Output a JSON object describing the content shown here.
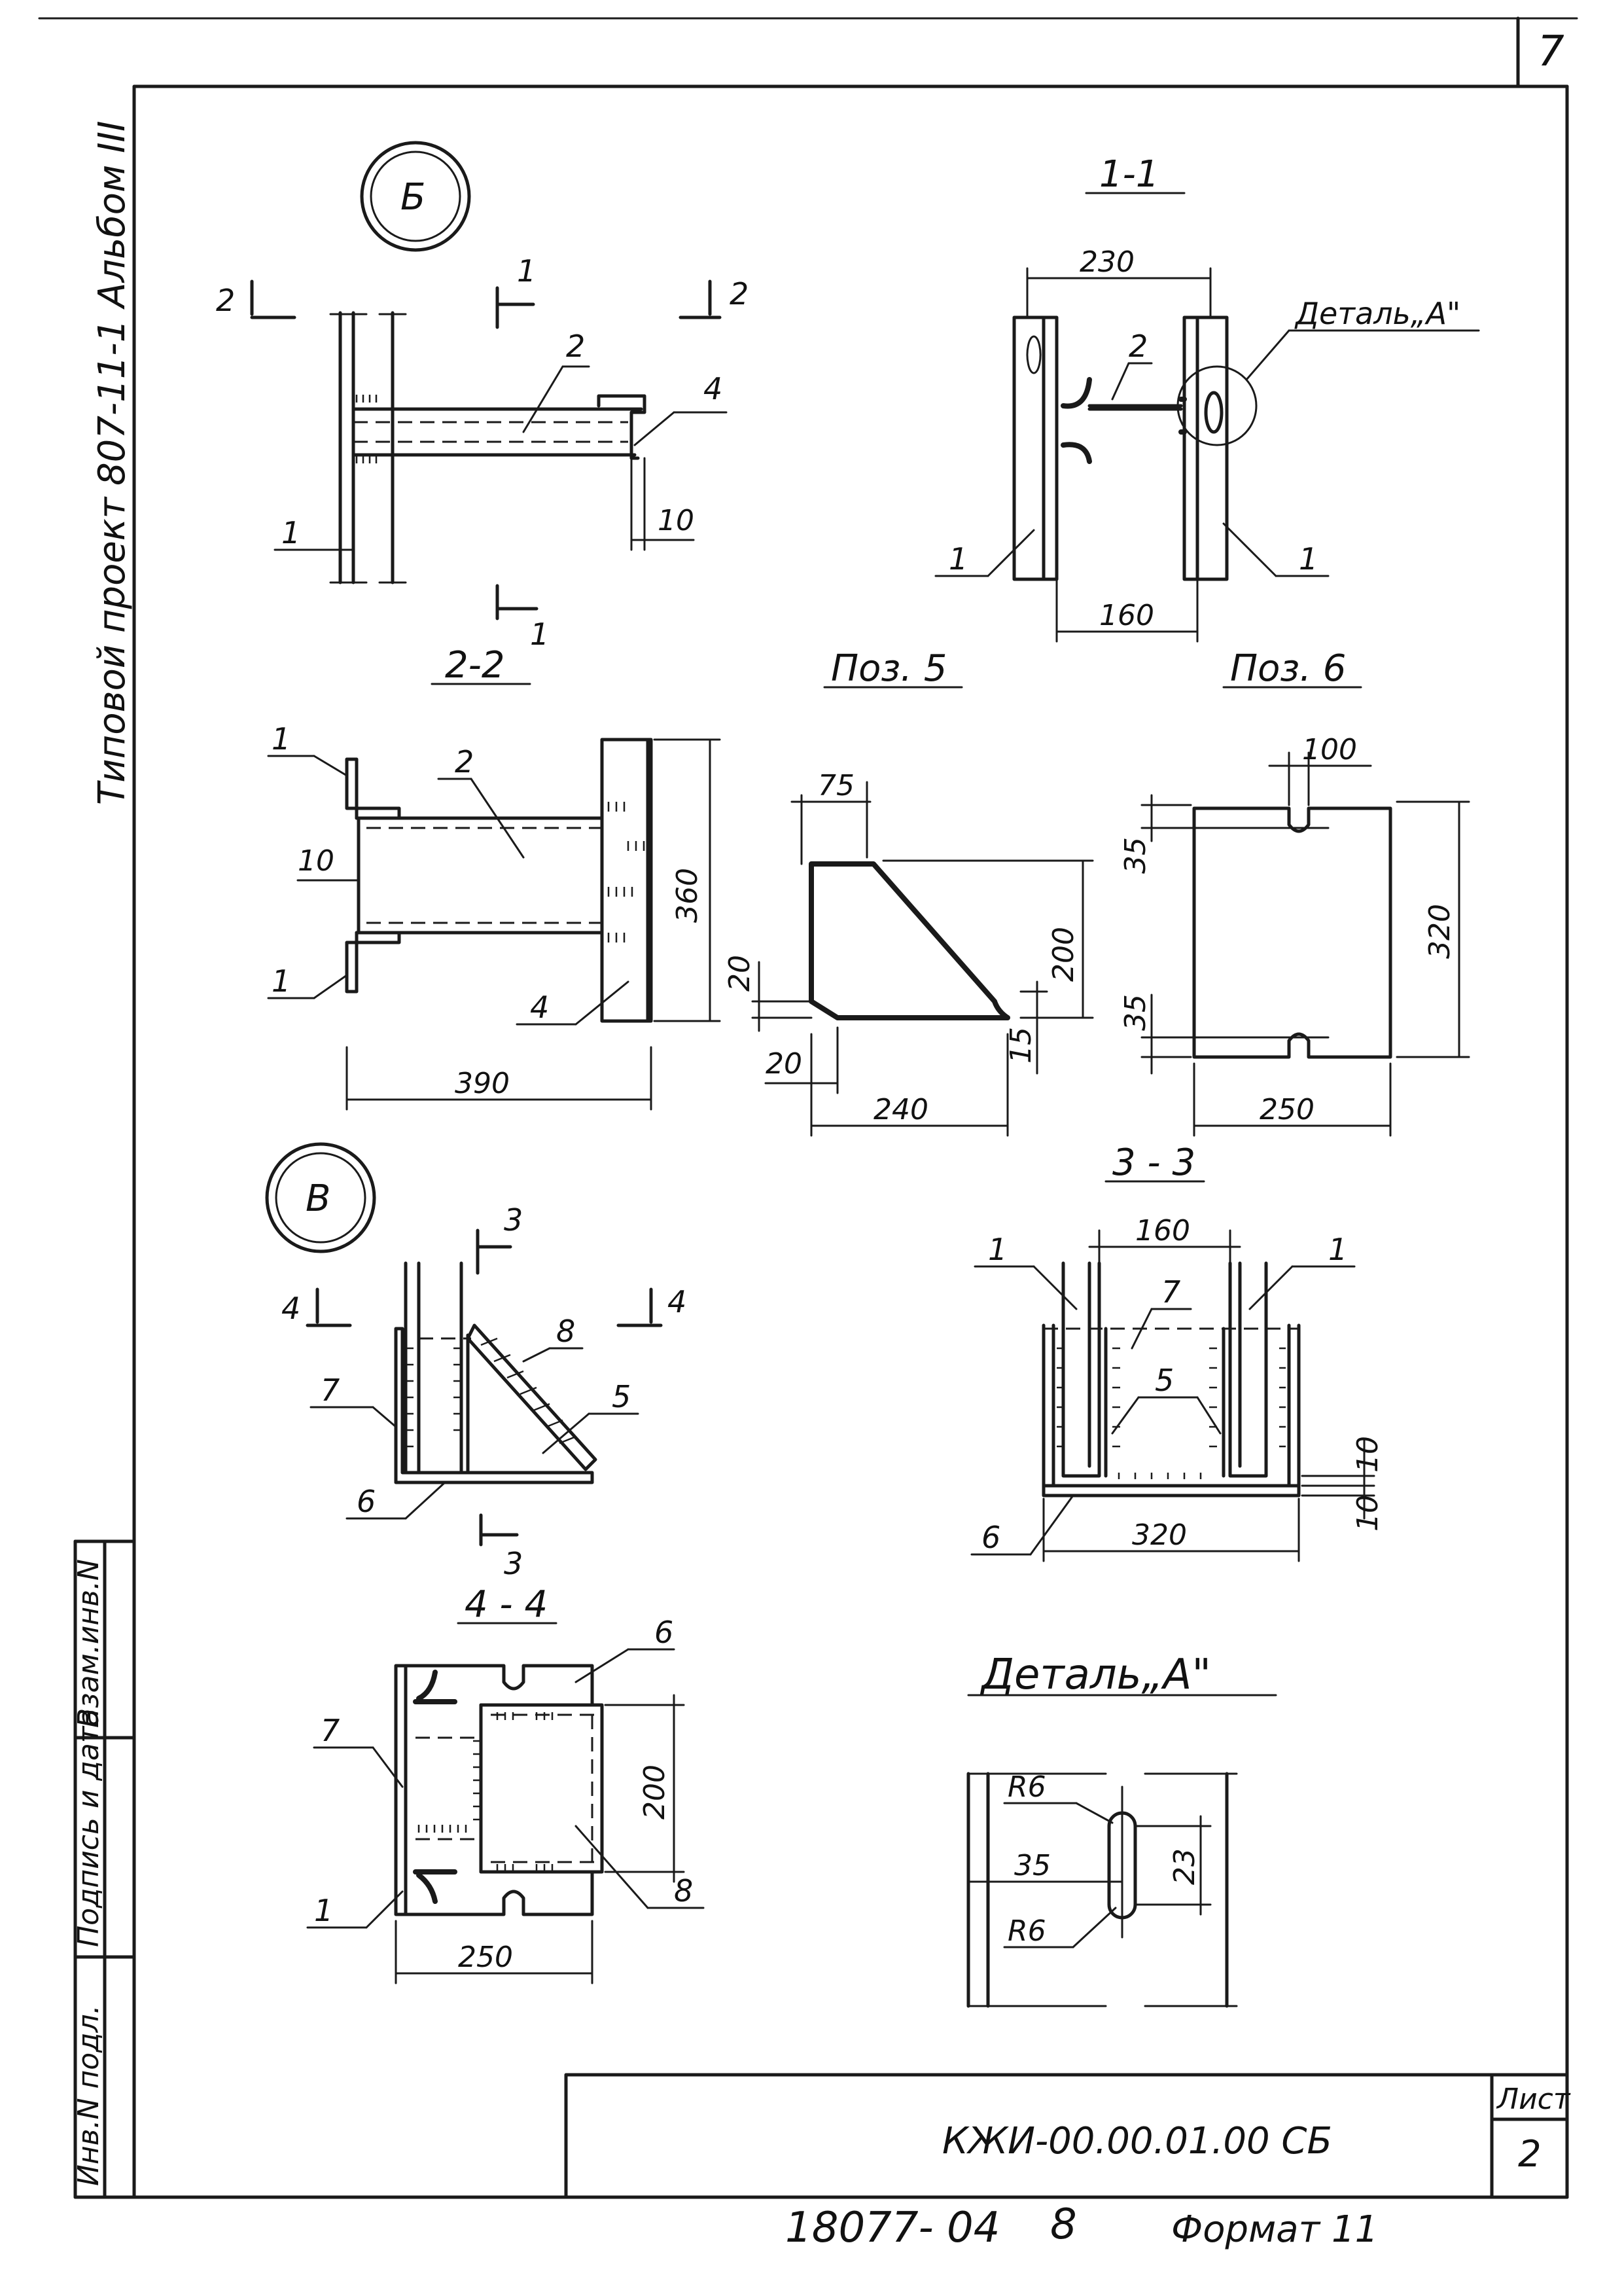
{
  "sheet": {
    "page_number": "7",
    "side_title": "Типовой проект 807-11-1   Альбом III",
    "stamp_labels": [
      "Инв.N подл.",
      "Подпись и дата",
      "Взам.инв.N"
    ],
    "doc_code": "КЖИ-00.00.01.00 СБ",
    "sheet_label": "Лист",
    "sheet_number": "2",
    "bottom_code": "18077- 04",
    "bottom_page": "8",
    "bottom_format": "Формат 11"
  },
  "views": {
    "b": {
      "badge": "Б",
      "labels": {
        "p1": "1",
        "p2": "2",
        "p4": "4",
        "cut2a": "2",
        "cut2b": "2",
        "cut1a": "1",
        "cut1b": "1",
        "d10": "10"
      }
    },
    "s11": {
      "title": "1-1",
      "dims": {
        "w230": "230",
        "w160": "160"
      },
      "labels": {
        "p2": "2",
        "p1a": "1",
        "p1b": "1",
        "detail": "Деталь„А\""
      }
    },
    "s22": {
      "title": "2-2",
      "dims": {
        "d10": "10",
        "h360": "360",
        "w390": "390"
      },
      "labels": {
        "p1a": "1",
        "p1b": "1",
        "p2": "2",
        "p4": "4"
      }
    },
    "pos5": {
      "title": "Поз. 5",
      "dims": {
        "d75": "75",
        "d200": "200",
        "d20a": "20",
        "d20b": "20",
        "d15": "15",
        "d240": "240"
      }
    },
    "pos6": {
      "title": "Поз. 6",
      "dims": {
        "d100": "100",
        "d35a": "35",
        "d320": "320",
        "d35b": "35",
        "d250": "250"
      }
    },
    "v": {
      "badge": "В",
      "labels": {
        "p7": "7",
        "p8": "8",
        "p5": "5",
        "p6": "6",
        "cut3a": "3",
        "cut3b": "3",
        "cut4a": "4",
        "cut4b": "4"
      }
    },
    "s33": {
      "title": "3 - 3",
      "dims": {
        "d160": "160",
        "d320": "320",
        "d10a": "10",
        "d10b": "10"
      },
      "labels": {
        "p1a": "1",
        "p1b": "1",
        "p7": "7",
        "p5": "5",
        "p6": "6"
      }
    },
    "s44": {
      "title": "4 - 4",
      "dims": {
        "d200": "200",
        "d250": "250"
      },
      "labels": {
        "p6": "6",
        "p7": "7",
        "p1": "1",
        "p8": "8"
      }
    },
    "detailA": {
      "title": "Деталь„А\"",
      "dims": {
        "r6a": "R6",
        "r6b": "R6",
        "d35": "35",
        "d23": "23"
      }
    }
  }
}
